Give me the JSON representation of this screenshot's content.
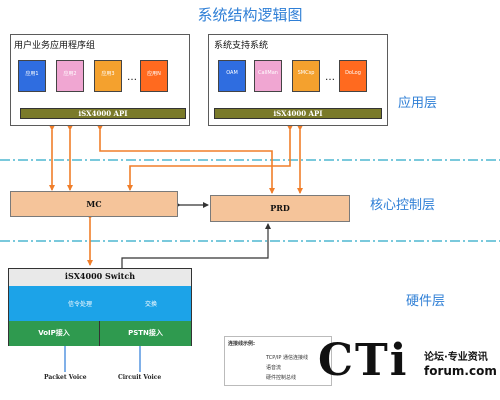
{
  "title": "系统结构逻辑图",
  "layers": {
    "application": "应用层",
    "core_control": "核心控制层",
    "hardware": "硬件层"
  },
  "user_app_group": {
    "label": "用户业务应用程序组",
    "apps": [
      "应用1",
      "应用2",
      "应用3",
      "应用N"
    ],
    "ellipsis": "…",
    "api": "iSX4000 API"
  },
  "system_support": {
    "label": "系统支持系统",
    "apps": [
      "OAM",
      "CallMan",
      "SMCsp",
      "DoLog"
    ],
    "ellipsis": "…",
    "api": "iSX4000 API"
  },
  "core": {
    "mc": "MC",
    "prd": "PRD"
  },
  "hardware": {
    "switch": "iSX4000  Switch",
    "signal": "信令处理",
    "exchange": "交换",
    "voip": "VoIP接入",
    "pstn": "PSTN接入",
    "packet_voice": "Packet Voice",
    "circuit_voice": "Circuit Voice"
  },
  "legend": {
    "title": "连接线示例:",
    "items": [
      "TCP/IP 通信连接线",
      "语音流",
      "硬件控制总线"
    ],
    "colors": [
      "#f07e2a",
      "#2b7bd8",
      "#2b7bd8"
    ]
  },
  "watermark": {
    "cti": "CTi",
    "cn": "论坛·专业资讯",
    "url": "forum.com"
  },
  "colors": {
    "accent_text": "#2f7fd6",
    "tcp_arrow": "#f07e2a",
    "voice_arrow": "#2b7bd8",
    "divider": "#2aa9c8"
  }
}
